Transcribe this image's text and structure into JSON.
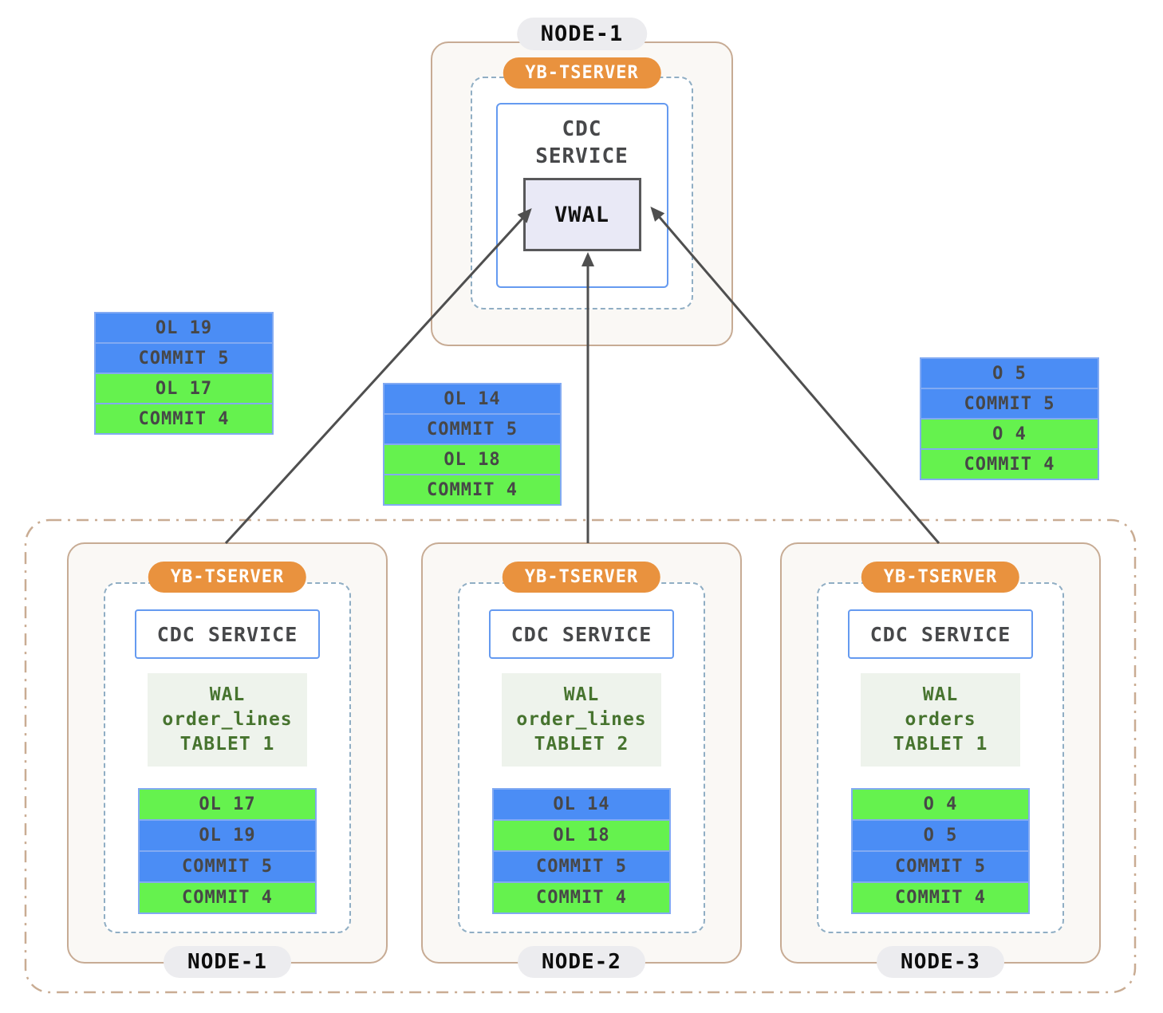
{
  "colors": {
    "record_blue": "#4b8df5",
    "record_green": "#65f24e",
    "record_border": "#82aaf2",
    "badge_orange": "#e9923e",
    "node_border_tan": "#c7ab94",
    "node_bg_cream": "#faf8f5",
    "dashed_border_bluegrey": "#90aec4",
    "cdc_border_blue": "#659af0",
    "vwal_bg": "#e9e9f6",
    "wal_bg": "#eef3ec",
    "wal_text_green": "#47742f",
    "arrow_grey": "#4f4f4f"
  },
  "top_node": {
    "label": "NODE-1",
    "badge": "YB-TSERVER",
    "service_line1": "CDC",
    "service_line2": "SERVICE",
    "vwal": "VWAL"
  },
  "floating_stacks": [
    {
      "position": "left",
      "rows": [
        {
          "text": "OL 19",
          "color": "blue"
        },
        {
          "text": "COMMIT 5",
          "color": "blue"
        },
        {
          "text": "OL 17",
          "color": "green"
        },
        {
          "text": "COMMIT 4",
          "color": "green"
        }
      ]
    },
    {
      "position": "center",
      "rows": [
        {
          "text": "OL 14",
          "color": "blue"
        },
        {
          "text": "COMMIT 5",
          "color": "blue"
        },
        {
          "text": "OL 18",
          "color": "green"
        },
        {
          "text": "COMMIT 4",
          "color": "green"
        }
      ]
    },
    {
      "position": "right",
      "rows": [
        {
          "text": "O 5",
          "color": "blue"
        },
        {
          "text": "COMMIT 5",
          "color": "blue"
        },
        {
          "text": "O 4",
          "color": "green"
        },
        {
          "text": "COMMIT 4",
          "color": "green"
        }
      ]
    }
  ],
  "cluster_nodes": [
    {
      "label": "NODE-1",
      "badge": "YB-TSERVER",
      "service": "CDC SERVICE",
      "wal_lines": [
        "WAL",
        "order_lines",
        "TABLET 1"
      ],
      "rows": [
        {
          "text": "OL 17",
          "color": "green"
        },
        {
          "text": "OL 19",
          "color": "blue"
        },
        {
          "text": "COMMIT 5",
          "color": "blue"
        },
        {
          "text": "COMMIT 4",
          "color": "green"
        }
      ]
    },
    {
      "label": "NODE-2",
      "badge": "YB-TSERVER",
      "service": "CDC SERVICE",
      "wal_lines": [
        "WAL",
        "order_lines",
        "TABLET 2"
      ],
      "rows": [
        {
          "text": "OL 14",
          "color": "blue"
        },
        {
          "text": "OL 18",
          "color": "green"
        },
        {
          "text": "COMMIT 5",
          "color": "blue"
        },
        {
          "text": "COMMIT 4",
          "color": "green"
        }
      ]
    },
    {
      "label": "NODE-3",
      "badge": "YB-TSERVER",
      "service": "CDC SERVICE",
      "wal_lines": [
        "WAL",
        "orders",
        "TABLET 1"
      ],
      "rows": [
        {
          "text": "O 4",
          "color": "green"
        },
        {
          "text": "O 5",
          "color": "blue"
        },
        {
          "text": "COMMIT 5",
          "color": "blue"
        },
        {
          "text": "COMMIT 4",
          "color": "green"
        }
      ]
    }
  ]
}
